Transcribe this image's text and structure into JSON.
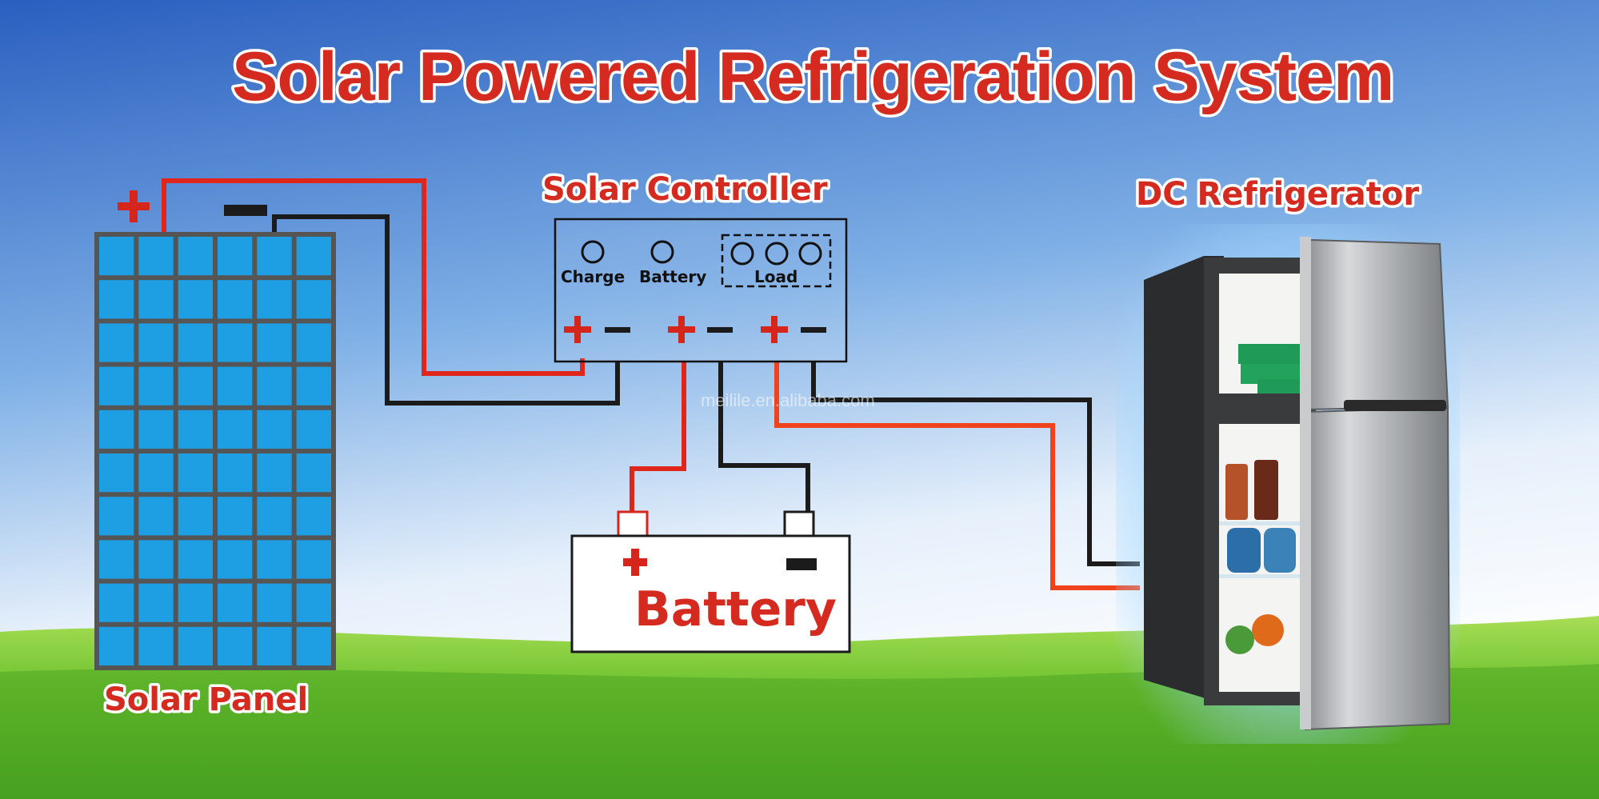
{
  "title": "Solar Powered Refrigeration System",
  "labels": {
    "solar_panel": "Solar Panel",
    "solar_controller": "Solar Controller",
    "dc_refrigerator": "DC Refrigerator",
    "battery": "Battery"
  },
  "controller": {
    "indicators": [
      {
        "label": "Charge"
      },
      {
        "label": "Battery"
      },
      {
        "label": "Load"
      }
    ]
  },
  "watermark": "meilile.en.alibaba.com",
  "colors": {
    "sky_top": "#2f68c8",
    "sky_bottom": "#f2f7fd",
    "grass": "#5fb52a",
    "panel_cell": "#1e9fe3",
    "panel_frame": "#555555",
    "positive_wire": "#e0251b",
    "negative_wire": "#1b1b1b",
    "label_text": "#d42a1f"
  },
  "icons": [
    "plus-sign-icon",
    "minus-sign-icon",
    "indicator-light-icon",
    "refrigerator-icon",
    "solar-panel-icon",
    "battery-icon"
  ]
}
